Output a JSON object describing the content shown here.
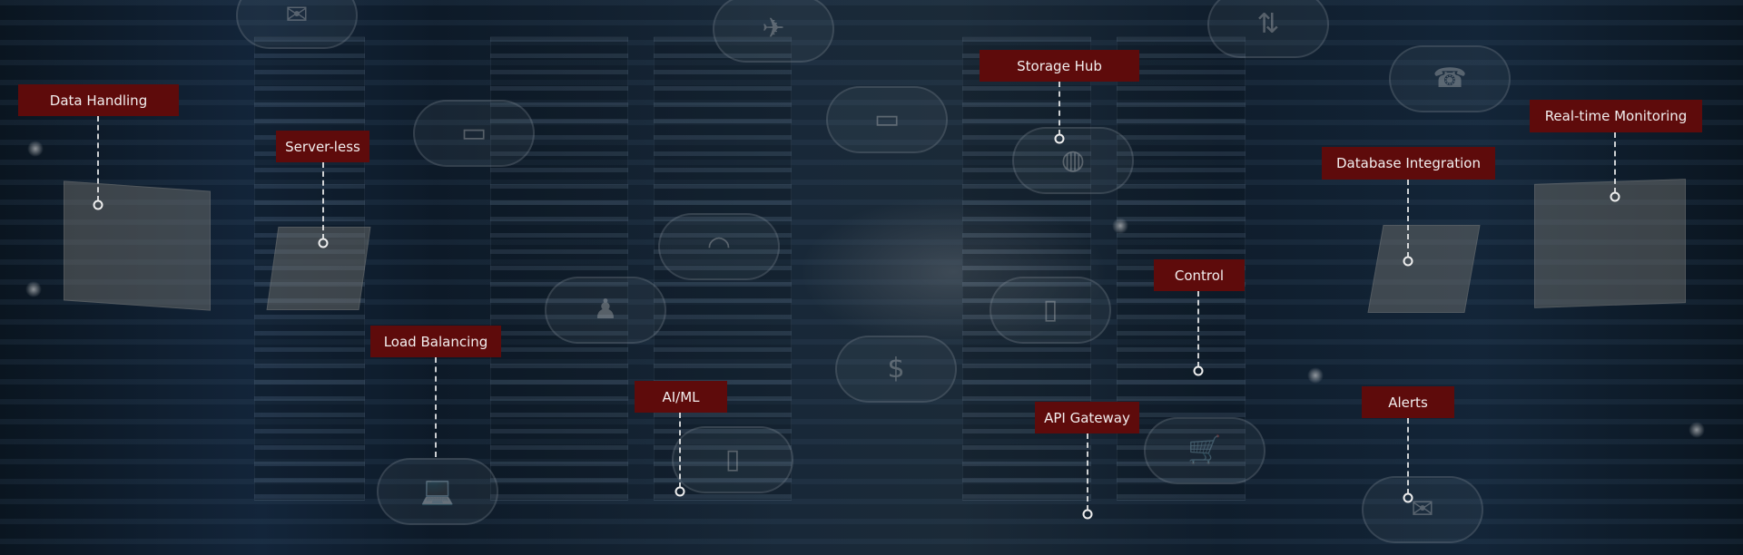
{
  "labels": [
    {
      "id": "data-handling",
      "text": "Data Handling"
    },
    {
      "id": "server-less",
      "text": "Server-less"
    },
    {
      "id": "load-balancing",
      "text": "Load Balancing"
    },
    {
      "id": "ai-ml",
      "text": "AI/ML"
    },
    {
      "id": "storage-hub",
      "text": "Storage Hub"
    },
    {
      "id": "control",
      "text": "Control"
    },
    {
      "id": "api-gateway",
      "text": "API Gateway"
    },
    {
      "id": "database-integration",
      "text": "Database Integration"
    },
    {
      "id": "real-time-monitoring",
      "text": "Real-time Monitoring"
    },
    {
      "id": "alerts",
      "text": "Alerts"
    }
  ],
  "colors": {
    "label_bg": "#5e0b0b",
    "label_text": "#f2eeee",
    "background": "#0c1622"
  }
}
